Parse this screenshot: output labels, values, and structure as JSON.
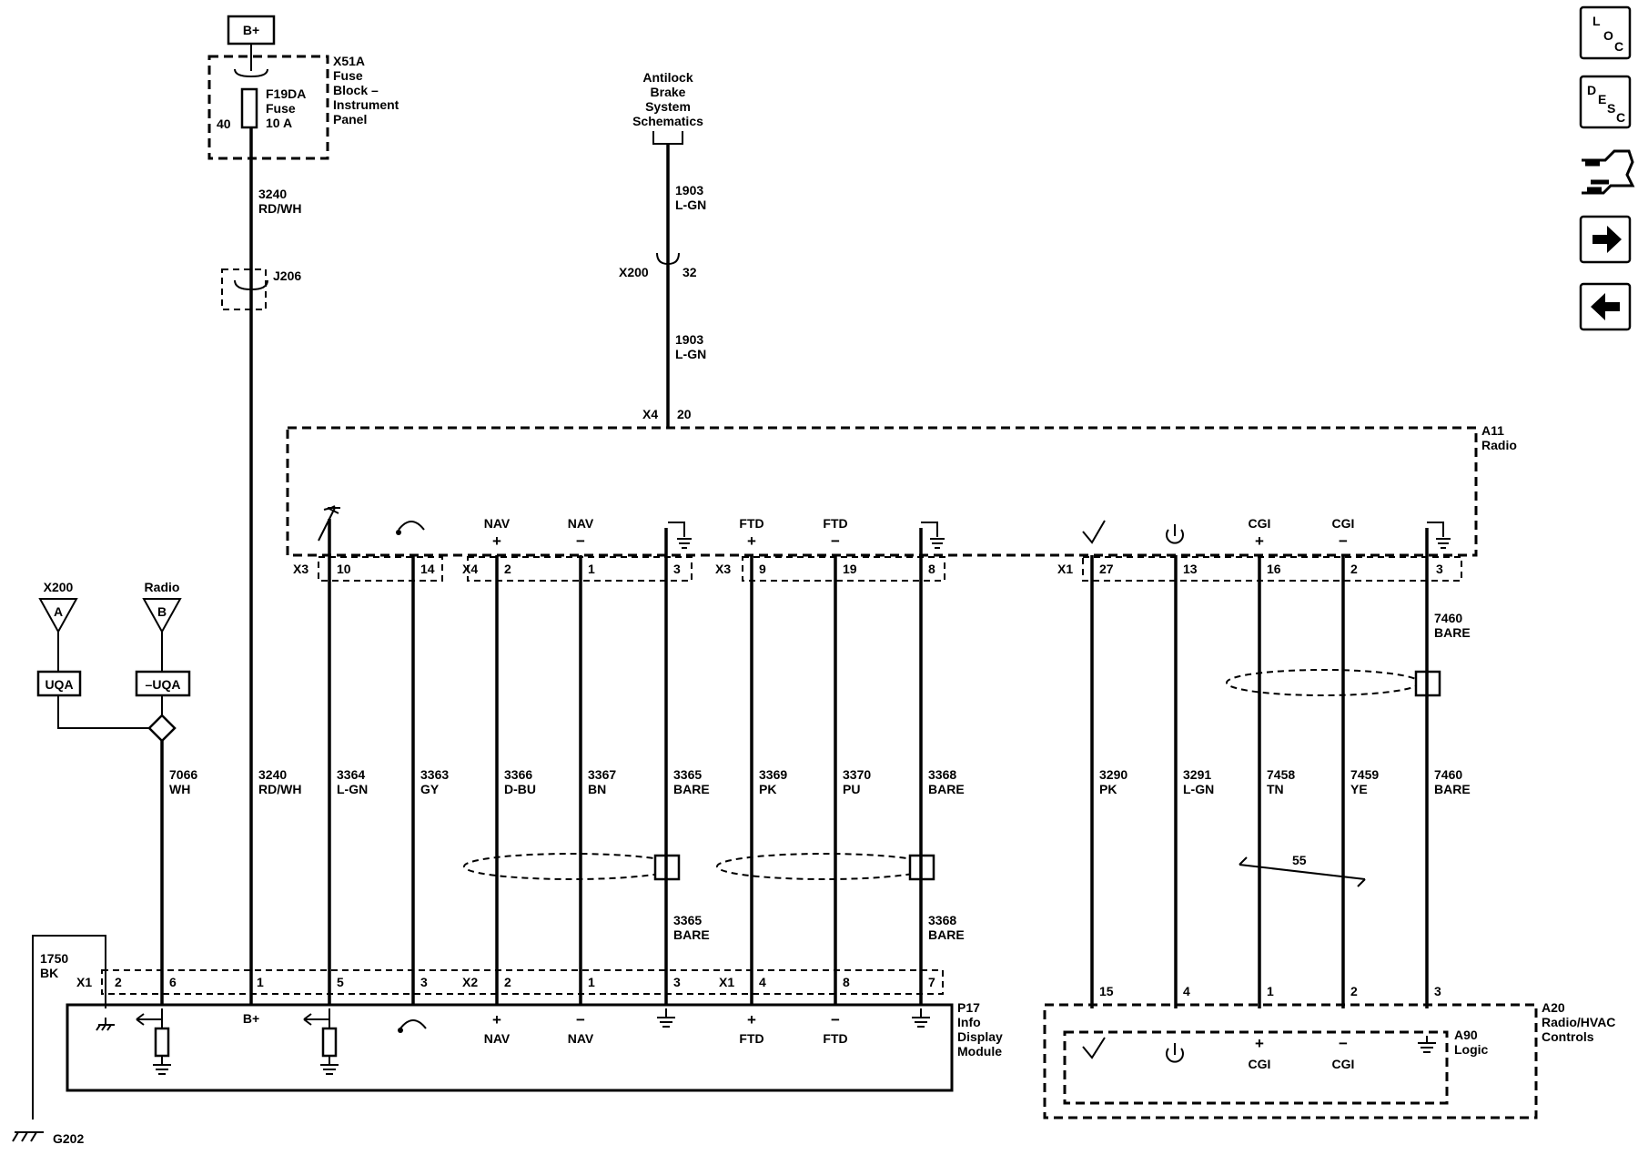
{
  "power": {
    "label": "B+"
  },
  "fuse_block": {
    "connector": "X51A",
    "line1": "Fuse",
    "line2": "Block –",
    "line3": "Instrument",
    "line4": "Panel",
    "pin": "40",
    "fuse_id": "F19DA",
    "fuse_word": "Fuse",
    "fuse_rating": "10 A"
  },
  "splice": {
    "label": "J206"
  },
  "abs": {
    "line1": "Antilock",
    "line2": "Brake",
    "line3": "System",
    "line4": "Schematics"
  },
  "inline_connector": {
    "label": "X200",
    "pin": "32"
  },
  "radio": {
    "label1": "A11",
    "label2": "Radio",
    "x4_label": "X4",
    "x4_pin": "20",
    "conn_x3a": "X3",
    "conn_x4": "X4",
    "conn_x3b": "X3",
    "conn_x1": "X1",
    "pins": [
      "10",
      "14",
      "2",
      "1",
      "3",
      "9",
      "19",
      "8",
      "27",
      "13",
      "16",
      "2",
      "3"
    ],
    "sig_nav_p": "NAV",
    "sig_nav_n": "NAV",
    "sig_ftd_p": "FTD",
    "sig_ftd_n": "FTD",
    "sig_cgi_p": "CGI",
    "sig_cgi_n": "CGI",
    "plus": "+",
    "minus": "−"
  },
  "wires": [
    {
      "circuit": "3240",
      "color": "RD/WH"
    },
    {
      "circuit": "1903",
      "color": "L-GN"
    },
    {
      "circuit": "1903",
      "color": "L-GN"
    },
    {
      "circuit": "7066",
      "color": "WH"
    },
    {
      "circuit": "3240",
      "color": "RD/WH"
    },
    {
      "circuit": "3364",
      "color": "L-GN"
    },
    {
      "circuit": "3363",
      "color": "GY"
    },
    {
      "circuit": "3366",
      "color": "D-BU"
    },
    {
      "circuit": "3367",
      "color": "BN"
    },
    {
      "circuit": "3365",
      "color": "BARE"
    },
    {
      "circuit": "3369",
      "color": "PK"
    },
    {
      "circuit": "3370",
      "color": "PU"
    },
    {
      "circuit": "3368",
      "color": "BARE"
    },
    {
      "circuit": "3290",
      "color": "PK"
    },
    {
      "circuit": "3291",
      "color": "L-GN"
    },
    {
      "circuit": "7458",
      "color": "TN"
    },
    {
      "circuit": "7459",
      "color": "YE"
    },
    {
      "circuit": "7460",
      "color": "BARE"
    },
    {
      "circuit": "7460",
      "color": "BARE"
    },
    {
      "circuit": "3365",
      "color": "BARE"
    },
    {
      "circuit": "3368",
      "color": "BARE"
    },
    {
      "circuit": "1750",
      "color": "BK"
    }
  ],
  "twist": {
    "label": "55"
  },
  "options": {
    "x200": "X200",
    "x200_letter": "A",
    "radio": "Radio",
    "radio_letter": "B",
    "uqa": "UQA",
    "not_uqa": "–UQA"
  },
  "info_display": {
    "label1": "P17",
    "label2": "Info",
    "label3": "Display",
    "label4": "Module",
    "conn_x1": "X1",
    "conn_x2": "X2",
    "conn_x1b": "X1",
    "pins": [
      "2",
      "6",
      "1",
      "5",
      "3",
      "2",
      "1",
      "3",
      "4",
      "8",
      "7"
    ],
    "bplus": "B+",
    "nav": "NAV",
    "ftd": "FTD",
    "plus": "+",
    "minus": "−"
  },
  "hvac": {
    "label1": "A20",
    "label2": "Radio/HVAC",
    "label3": "Controls",
    "logic1": "A90",
    "logic2": "Logic",
    "pins": [
      "15",
      "4",
      "1",
      "2",
      "3"
    ],
    "cgi": "CGI",
    "plus": "+",
    "minus": "−"
  },
  "ground": {
    "label": "G202"
  },
  "nav": {
    "loc_top": "L",
    "loc_mid": "O",
    "loc_bot": "C",
    "desc_1": "D",
    "desc_2": "E",
    "desc_3": "S",
    "desc_4": "C"
  },
  "colors": {
    "ink": "#000000",
    "background": "#ffffff"
  }
}
